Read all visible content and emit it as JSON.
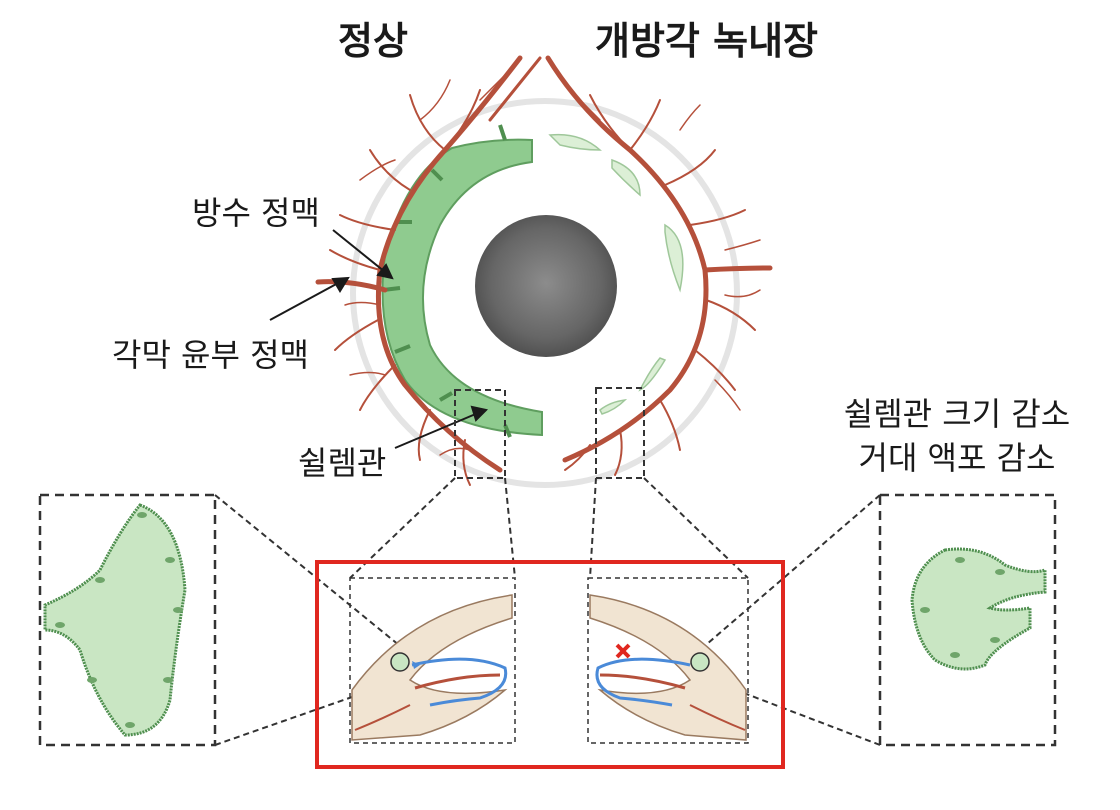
{
  "labels": {
    "normal": "정상",
    "glaucoma": "개방각 녹내장",
    "aqueous_vein": "방수 정맥",
    "limbal_vein": "각막 윤부 정맥",
    "schlemm_canal": "쉴렘관",
    "right_note_line1": "쉴렘관 크기 감소",
    "right_note_line2": "거대 액포 감소"
  },
  "colors": {
    "vessel": "#b5503b",
    "schlemm_fill": "#8fcb8f",
    "schlemm_stroke": "#5f9e5f",
    "pupil": "#6a6a6a",
    "ring": "#e4e4e4",
    "highlight_box": "#e0271f",
    "tissue": "#f1e4d2",
    "flow": "#4a8ad8",
    "block_mark": "#e0271f"
  }
}
